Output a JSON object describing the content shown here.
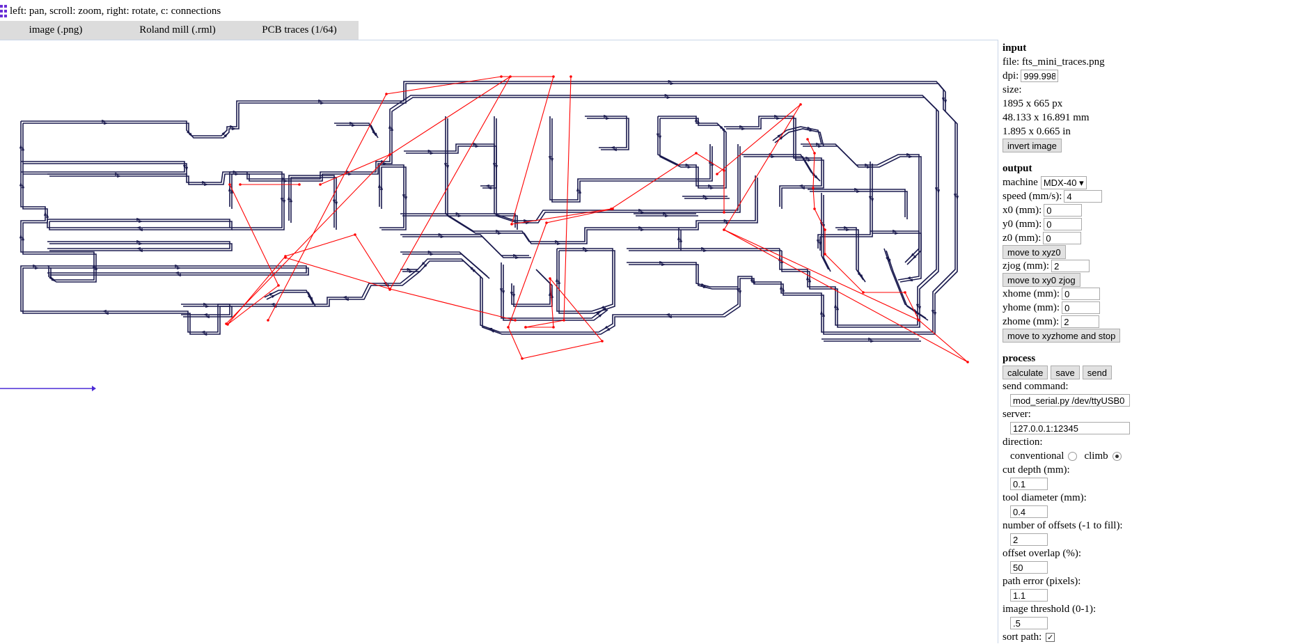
{
  "help_text": "left: pan, scroll: zoom, right: rotate, c: connections",
  "tabs": [
    {
      "label": "image (.png)"
    },
    {
      "label": "Roland mill (.rml)"
    },
    {
      "label": "PCB traces (1/64)"
    }
  ],
  "colors": {
    "toolpath": "#1a1a4e",
    "connections": "#ff0000",
    "axis": "#4b2bd6"
  },
  "input": {
    "title": "input",
    "file_label": "file: fts_mini_traces.png",
    "dpi_label": "dpi:",
    "dpi_value": "999.998",
    "size_label": "size:",
    "size_px": "1895 x 665 px",
    "size_mm": "48.133 x 16.891 mm",
    "size_in": "1.895 x 0.665 in",
    "invert_button": "invert image"
  },
  "output": {
    "title": "output",
    "machine_label": "machine",
    "machine_value": "MDX-40 ▾",
    "speed_label": "speed (mm/s):",
    "speed_value": "4",
    "x0_label": "x0 (mm):",
    "x0_value": "0",
    "y0_label": "y0 (mm):",
    "y0_value": "0",
    "z0_label": "z0 (mm):",
    "z0_value": "0",
    "move_xyz0_button": "move to xyz0",
    "zjog_label": "zjog (mm):",
    "zjog_value": "2",
    "move_xy0_button": "move to xy0 zjog",
    "xhome_label": "xhome (mm):",
    "xhome_value": "0",
    "yhome_label": "yhome (mm):",
    "yhome_value": "0",
    "zhome_label": "zhome (mm):",
    "zhome_value": "2",
    "move_home_button": "move to xyzhome and stop"
  },
  "process": {
    "title": "process",
    "calculate_button": "calculate",
    "save_button": "save",
    "send_button": "send",
    "send_command_label": "send command:",
    "send_command_value": "mod_serial.py /dev/ttyUSB0",
    "server_label": "server:",
    "server_value": "127.0.0.1:12345",
    "direction_label": "direction:",
    "conventional_label": "conventional",
    "climb_label": "climb",
    "direction_selected": "climb",
    "cut_depth_label": "cut depth (mm):",
    "cut_depth_value": "0.1",
    "tool_diameter_label": "tool diameter (mm):",
    "tool_diameter_value": "0.4",
    "offsets_label": "number of offsets (-1 to fill):",
    "offsets_value": "2",
    "overlap_label": "offset overlap (%):",
    "overlap_value": "50",
    "path_error_label": "path error (pixels):",
    "path_error_value": "1.1",
    "threshold_label": "image threshold (0-1):",
    "threshold_value": ".5",
    "sort_path_label": "sort path:",
    "sort_path_checked": true
  }
}
